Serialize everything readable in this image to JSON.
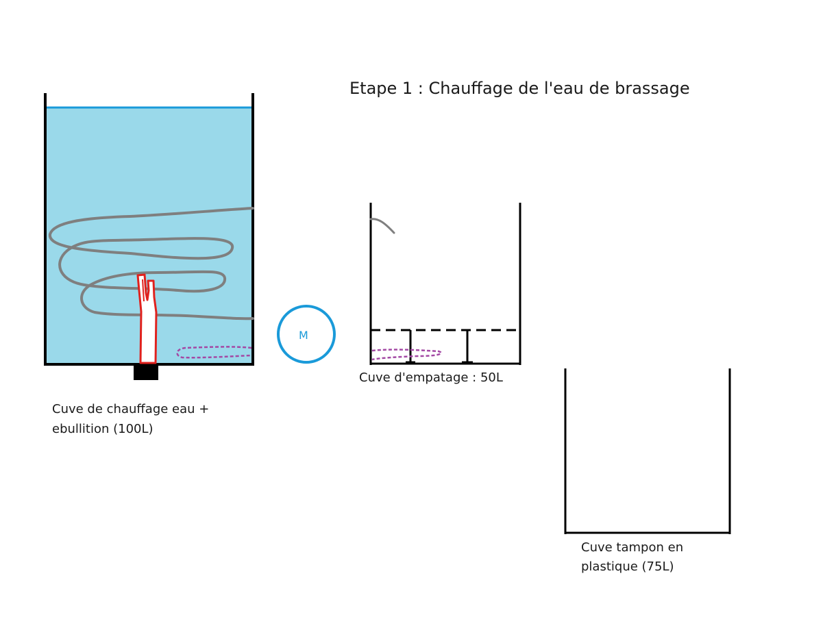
{
  "title": "Etape 1 : Chauffage de l'eau de brassage",
  "tanks": {
    "heating": {
      "label_line1": "Cuve de chauffage eau +",
      "label_line2": "ebullition (100L)"
    },
    "mash": {
      "label": "Cuve d'empatage : 50L"
    },
    "buffer": {
      "label_line1": "Cuve tampon en",
      "label_line2": "plastique (75L)"
    }
  },
  "motor": {
    "letter": "M"
  },
  "colors": {
    "water": "#9ad9ea",
    "water_line": "#1a9ad9",
    "tank_wall": "#000000",
    "coil": "#7f7f7f",
    "heater": "#e0211d",
    "sensor": "#a349a4",
    "motor": "#1a9ad9"
  }
}
